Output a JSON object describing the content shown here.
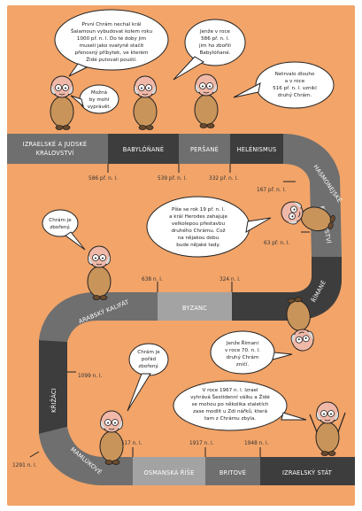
{
  "colors": {
    "background": "#f2a469",
    "ribbon_dark": "#3d3d3d",
    "ribbon_mid": "#6f6f6f",
    "ribbon_light": "#a3a3a3",
    "text": "#222222",
    "figure_body": "#c9945a",
    "figure_skin": "#f0b8a8"
  },
  "eras": [
    {
      "label_lines": [
        "IZRAELSKÉ A JUDSKÉ",
        "KRÁLOVSTVÍ"
      ]
    },
    {
      "label_lines": [
        "BABYLÓŇANÉ"
      ]
    },
    {
      "label_lines": [
        "PERŠANÉ"
      ]
    },
    {
      "label_lines": [
        "HELÉNISMUS"
      ]
    },
    {
      "label_lines": [
        "HASMONEJSKÉ",
        "KRÁLOVSTVÍ"
      ]
    },
    {
      "label_lines": [
        "ŘÍMANÉ"
      ]
    },
    {
      "label_lines": [
        "BYZANC"
      ]
    },
    {
      "label_lines": [
        "ARABSKÝ KALIFÁT"
      ]
    },
    {
      "label_lines": [
        "KŘIŽÁCI"
      ]
    },
    {
      "label_lines": [
        "MAMLÚKOVÉ"
      ]
    },
    {
      "label_lines": [
        "OSMANSKÁ ŘÍŠE"
      ]
    },
    {
      "label_lines": [
        "BRITOVÉ"
      ]
    },
    {
      "label_lines": [
        "IZRAELSKÝ STÁT"
      ]
    }
  ],
  "dates": [
    "586 př. n. l.",
    "539 př. n. l.",
    "332 př. n. l.",
    "167 př. n. l.",
    "63 př. n. l.",
    "324 n. l.",
    "638 n. l.",
    "1099 n. l.",
    "1291 n. l.",
    "1517 n. l.",
    "1917 n. l.",
    "1948 n. l."
  ],
  "bubbles": [
    {
      "lines": [
        "První Chrám nechal král",
        "Šalamoun vybudovat kolem roku",
        "1000 př. n. l. Do té doby jim",
        "museli jako svatyně stačit",
        "přenosný příbytek, ve kterém",
        "Židé putovali pouští."
      ]
    },
    {
      "lines": [
        "Možná",
        "by mohl",
        "vyprávět."
      ]
    },
    {
      "lines": [
        "Jenže v roce",
        "586 př. n. l.",
        "jim ho zbořili",
        "Babylóňané."
      ]
    },
    {
      "lines": [
        "Netrvalo dlouho",
        "a v roce",
        "516 př. n. l. vznikl",
        "druhý Chrám."
      ]
    },
    {
      "lines": [
        "Píše se rok 19 př. n. l.",
        "a král Herodes zahajuje",
        "velkolepou přestavbu",
        "druhého Chrámu. Což",
        "na nějakou dobu",
        "bude nějaké tady."
      ]
    },
    {
      "lines": [
        "Chrám je",
        "zbořený."
      ]
    },
    {
      "lines": [
        "Jenže Římani",
        "v roce 70. n. l.",
        "druhý Chrám",
        "zničí."
      ]
    },
    {
      "lines": [
        "Chrám je",
        "pořád",
        "zbořený."
      ]
    },
    {
      "lines": [
        "V roce 1967 n. l. Izrael",
        "vyhrává Šestidenní válku a Židé",
        "se mohou po několika staletích",
        "zase modlit u Zdi nářků, která",
        "tam z Chrámu zbyla."
      ]
    }
  ]
}
